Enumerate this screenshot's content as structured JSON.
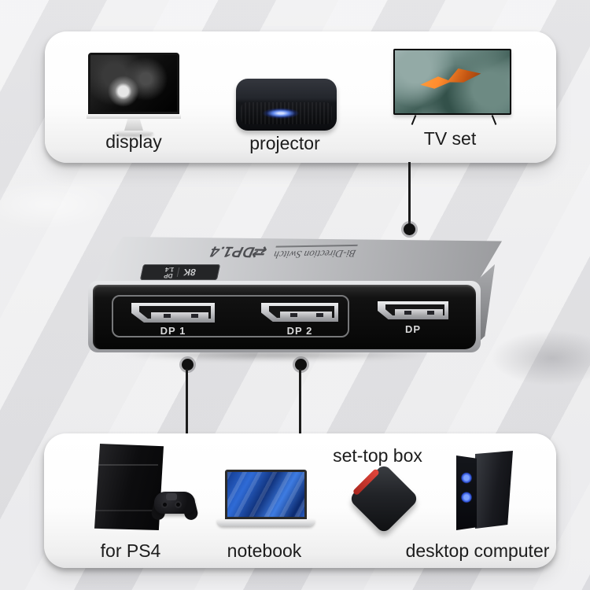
{
  "top_panel": {
    "devices": [
      {
        "label": "display"
      },
      {
        "label": "projector"
      },
      {
        "label": "TV set"
      }
    ]
  },
  "switch": {
    "brand": {
      "arrows": "⇄",
      "model": "DP1.4",
      "name": "Bi-Direction Switch"
    },
    "badge": {
      "resolution": "8K",
      "port": "DP",
      "version": "1.4"
    },
    "ports": [
      {
        "label": "DP 1"
      },
      {
        "label": "DP 2"
      },
      {
        "label": "DP"
      }
    ]
  },
  "bottom_panel": {
    "devices": [
      {
        "label": "for PS4"
      },
      {
        "label": "notebook"
      },
      {
        "label": "set-top box"
      },
      {
        "label": "desktop computer"
      }
    ]
  },
  "colors": {
    "background": "#e9e9eb",
    "panel": "#ffffff",
    "label_text": "#1c1c1c",
    "switch_top": "#c6c7ca",
    "switch_face": "#0b0b0b",
    "port_shell": "#c4c5c8",
    "port_label": "#d9d9da",
    "cable": "#1b1b1b",
    "settop_accent": "#cf3a31",
    "notebook_screen": "#2a63c9",
    "tower_glow": "#5e86ff",
    "projector_glow": "#3f6fe0"
  }
}
